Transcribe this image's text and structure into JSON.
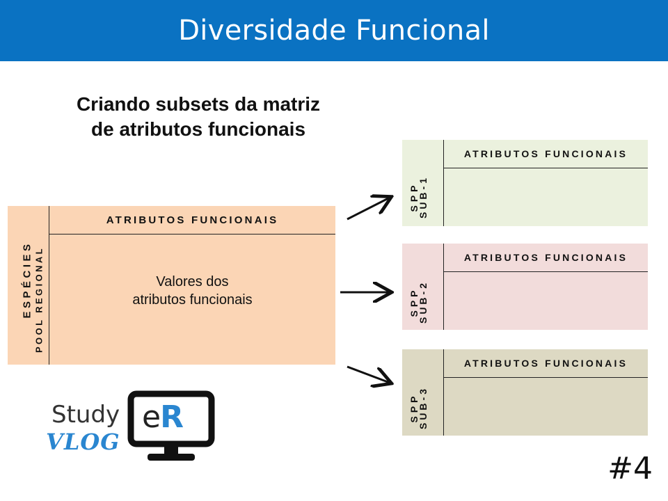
{
  "header": {
    "title": "Diversidade Funcional"
  },
  "subtitle": {
    "line1": "Criando subsets da matriz",
    "line2": "de atributos funcionais"
  },
  "main_matrix": {
    "column_header": "ATRIBUTOS FUNCIONAIS",
    "row_label_1": "ESPÉCIES",
    "row_label_2": "POOL REGIONAL",
    "body_line1": "Valores dos",
    "body_line2": "atributos funcionais",
    "color": "#fbd5b5"
  },
  "subsets": [
    {
      "column_header": "ATRIBUTOS FUNCIONAIS",
      "row_label_1": "SPP",
      "row_label_2": "SUB-1",
      "color": "#ebf1de"
    },
    {
      "column_header": "ATRIBUTOS FUNCIONAIS",
      "row_label_1": "SPP",
      "row_label_2": "SUB-2",
      "color": "#f2dcdb"
    },
    {
      "column_header": "ATRIBUTOS FUNCIONAIS",
      "row_label_1": "SPP",
      "row_label_2": "SUB-3",
      "color": "#ddd9c3"
    }
  ],
  "logo": {
    "word1": "Study",
    "word2": "VLOG",
    "screen_text": "eR"
  },
  "page_number": "#4",
  "colors": {
    "header_bg": "#0a72c2",
    "logo_blue": "#2a86d0",
    "monitor": "#111111"
  }
}
